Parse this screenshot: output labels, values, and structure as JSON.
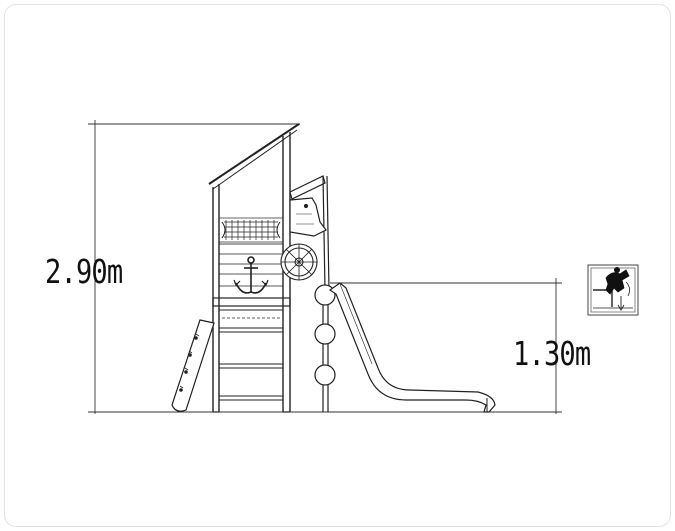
{
  "dimensions": {
    "total_height": "2.90m",
    "platform_height": "1.30m"
  },
  "icons": {
    "structure": "playground-tower-with-slide",
    "symbol": "free-fall-height-icon",
    "emblem": "anchor-icon"
  }
}
